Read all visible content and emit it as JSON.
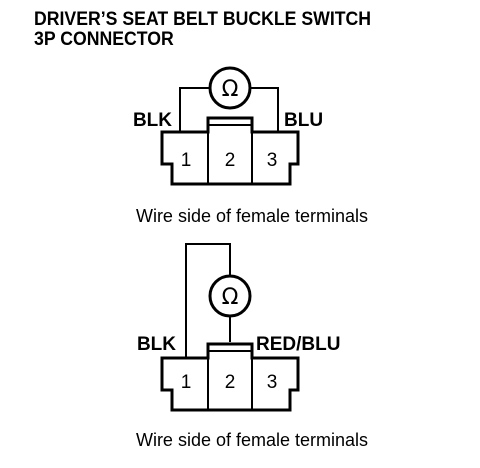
{
  "title": {
    "line1": "DRIVER’S SEAT BELT BUCKLE SWITCH",
    "line2": "3P CONNECTOR"
  },
  "diagrams": [
    {
      "meter_symbol": "Ω",
      "left_wire_label": "BLK",
      "right_wire_label": "BLU",
      "terminals": [
        "1",
        "2",
        "3"
      ],
      "caption": "Wire side of female terminals"
    },
    {
      "meter_symbol": "Ω",
      "left_wire_label": "BLK",
      "right_wire_label": "RED/BLU",
      "terminals": [
        "1",
        "2",
        "3"
      ],
      "caption": "Wire side of female terminals"
    }
  ]
}
